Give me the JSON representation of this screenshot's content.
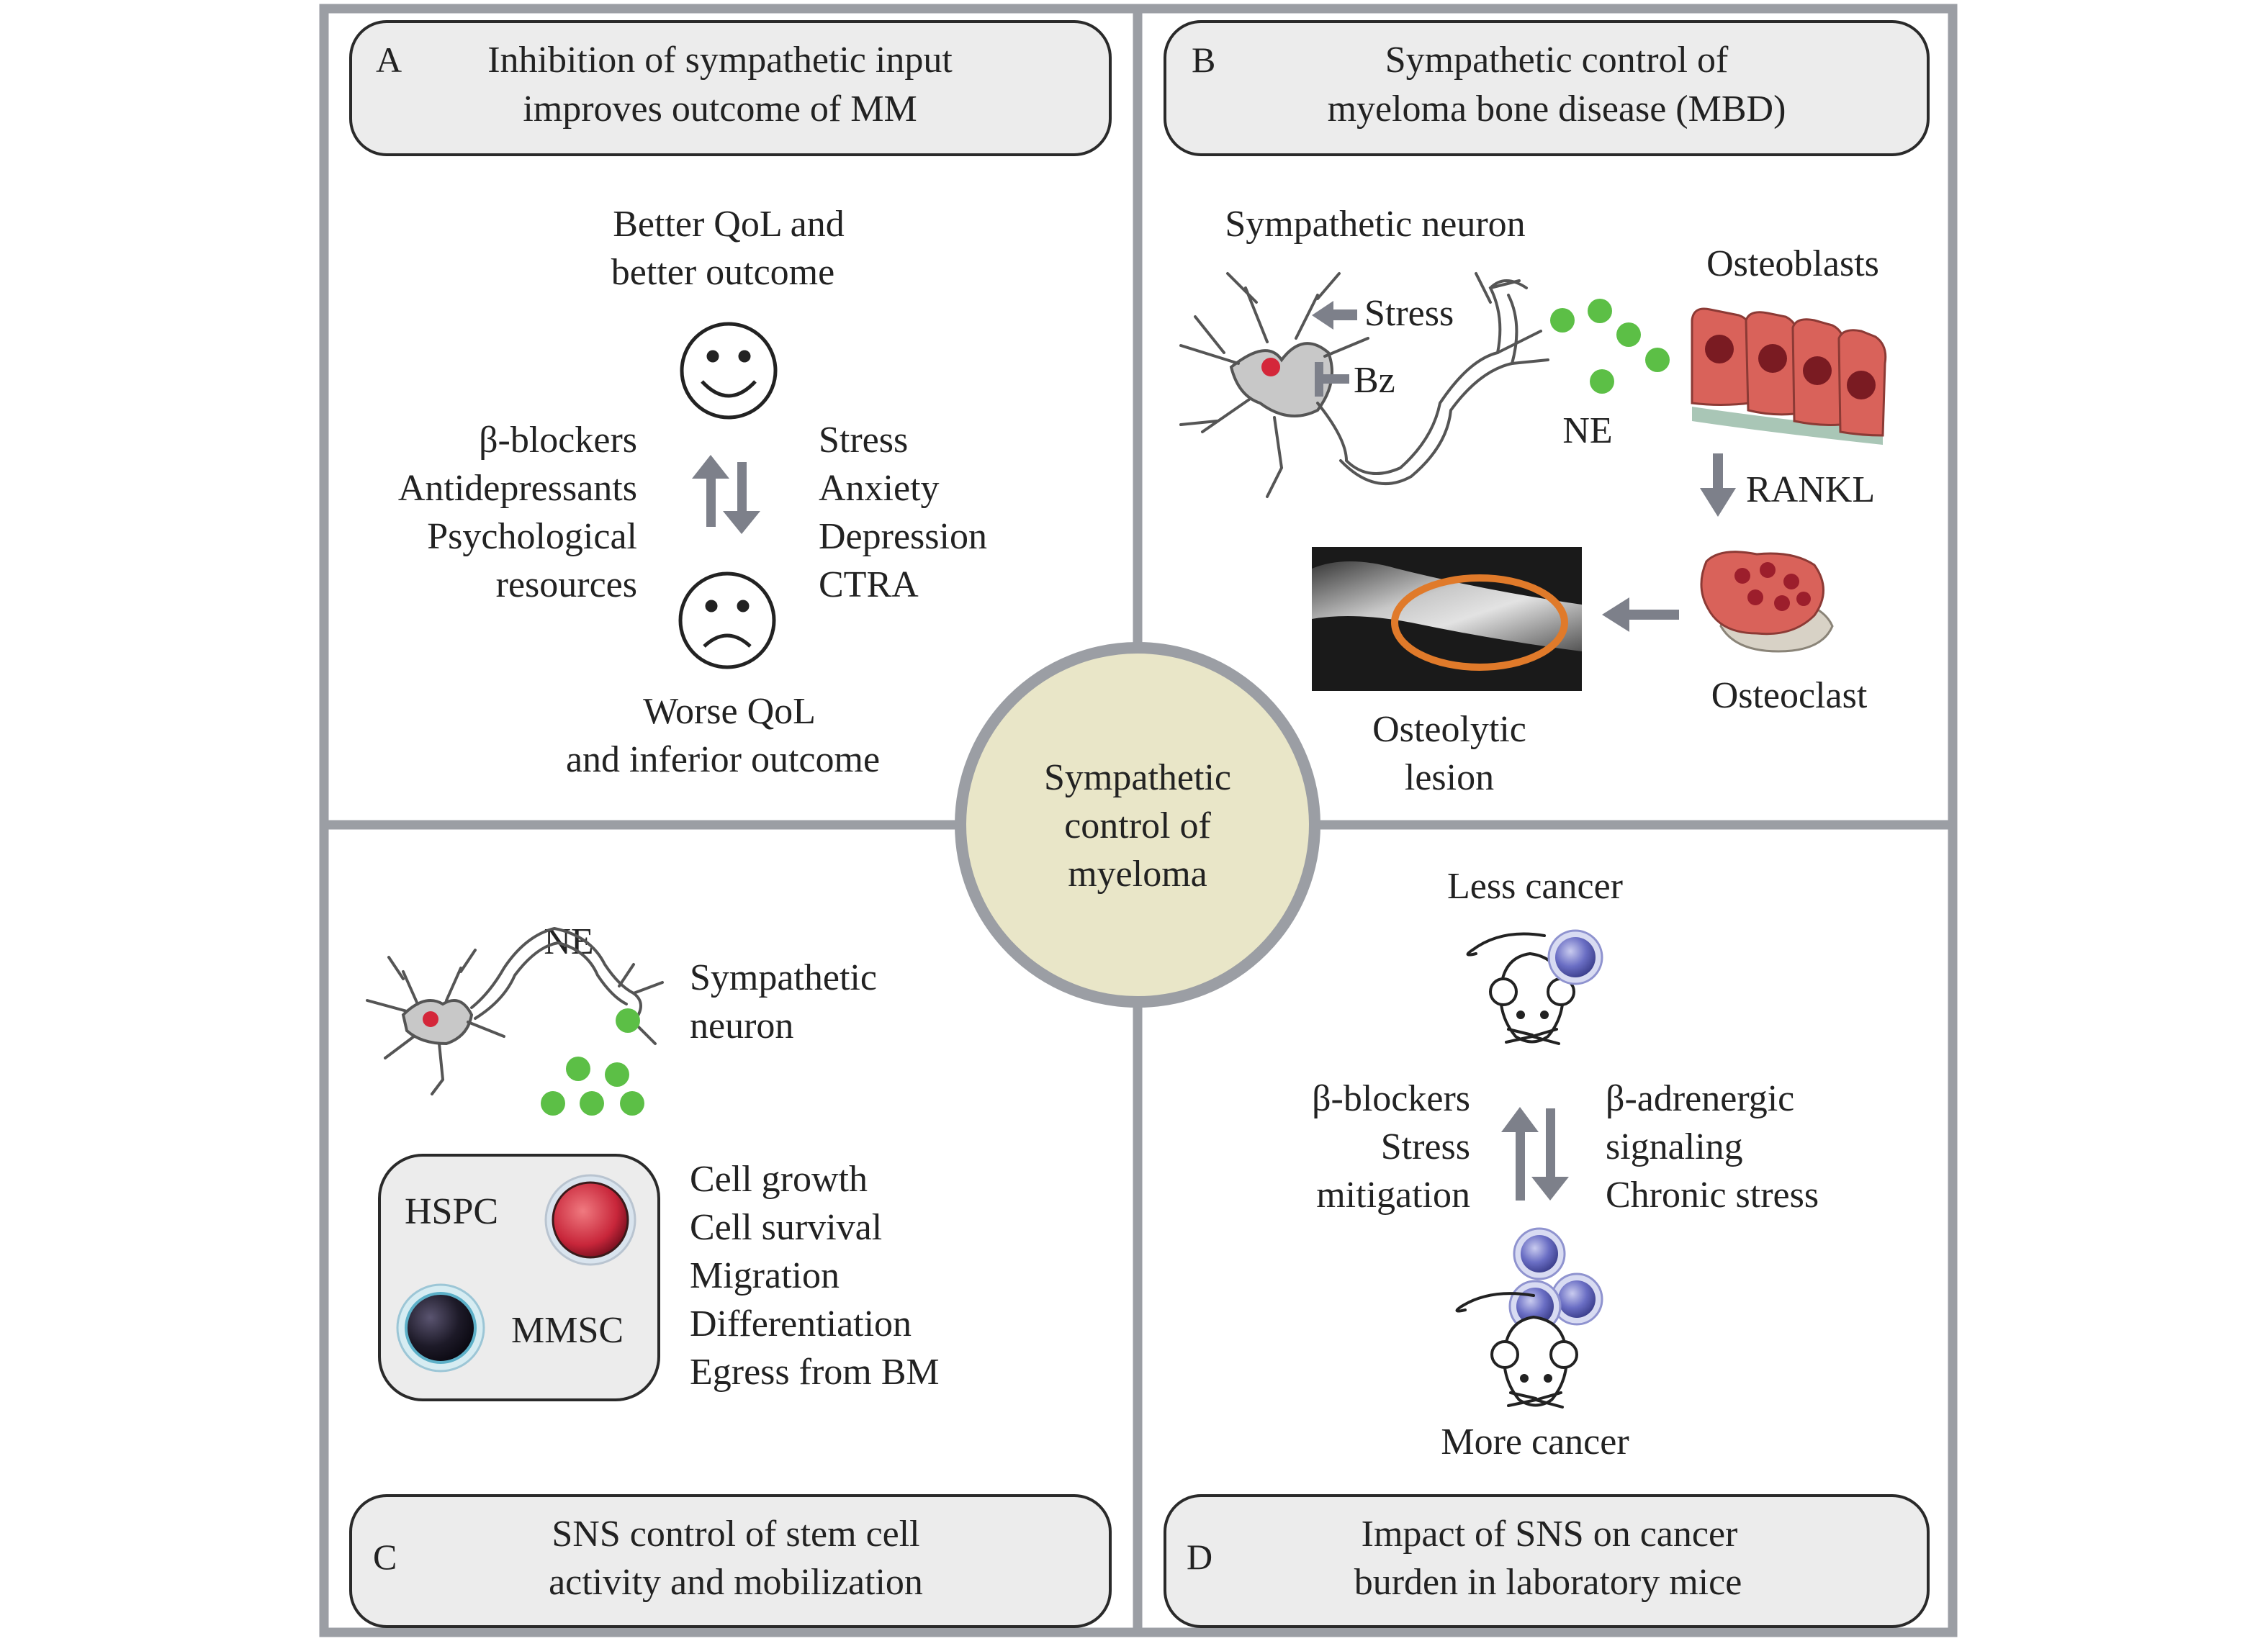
{
  "colors": {
    "frame": "#9b9ea4",
    "box_fill": "#ececec",
    "box_stroke": "#2a2a2a",
    "center_fill": "#e9e6c8",
    "center_stroke": "#9b9ea4",
    "arrow": "#7d808a",
    "ne_green": "#5cbf46",
    "osteoblast": "#d9625a",
    "lesion_ring": "#e07a2a",
    "hspc_red": "#d33a44",
    "mmsc_dark": "#1d1a28",
    "cancer_cell": "#5b5fb3"
  },
  "center": {
    "lines": [
      "Sympathetic",
      "control of",
      "myeloma"
    ]
  },
  "panelA": {
    "letter": "A",
    "title": [
      "Inhibition of sympathetic input",
      "improves outcome of MM"
    ],
    "better": [
      "Better QoL and",
      "better outcome"
    ],
    "worse": [
      "Worse QoL",
      "and inferior outcome"
    ],
    "left_list": [
      "β-blockers",
      "Antidepressants",
      "Psychological",
      "resources"
    ],
    "right_list": [
      "Stress",
      "Anxiety",
      "Depression",
      "CTRA"
    ],
    "icons": [
      "smiley-face-icon",
      "frowning-face-icon",
      "up-down-arrows-icon"
    ]
  },
  "panelB": {
    "letter": "B",
    "title": [
      "Sympathetic control of",
      "myeloma bone disease (MBD)"
    ],
    "neuron_label": "Sympathetic neuron",
    "stress": "Stress",
    "bz": "Bz",
    "ne": "NE",
    "osteoblasts": "Osteoblasts",
    "rankl": "RANKL",
    "osteoclast": "Osteoclast",
    "lesion": [
      "Osteolytic",
      "lesion"
    ]
  },
  "panelC": {
    "letter": "C",
    "title": [
      "SNS control of stem cell",
      "activity and mobilization"
    ],
    "ne": "NE",
    "neuron_label": [
      "Sympathetic",
      "neuron"
    ],
    "hspc": "HSPC",
    "mmsc": "MMSC",
    "effects": [
      "Cell growth",
      "Cell survival",
      "Migration",
      "Differentiation",
      "Egress from BM"
    ]
  },
  "panelD": {
    "letter": "D",
    "title": [
      "Impact of SNS on cancer",
      "burden in laboratory mice"
    ],
    "less": "Less cancer",
    "more": "More cancer",
    "left_list": [
      "β-blockers",
      "Stress",
      "mitigation"
    ],
    "right_list": [
      "β-adrenergic",
      "signaling",
      "Chronic stress"
    ]
  }
}
